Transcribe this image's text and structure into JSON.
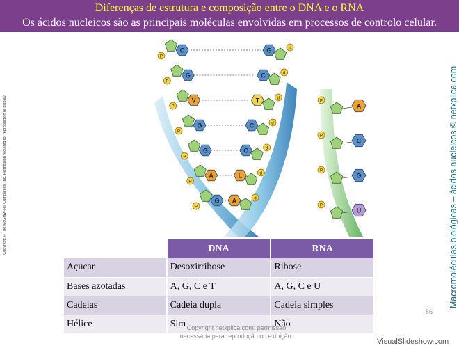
{
  "title": {
    "line1": "Diferenças de estrutura e composição entre o DNA e o RNA",
    "line2": "Os ácidos nucleicos são as principais moléculas envolvidas em processos de controlo celular."
  },
  "copyright_vertical": "Copyright © The McGraw-Hill Companies, Inc. Permission required for reproduction or display.",
  "side_text": "Macromoléculas biológicas – ácidos nucleicos © netxplica.com",
  "figure": {
    "dna_bases": [
      "C",
      "G",
      "G",
      "C",
      "V",
      "T",
      "G",
      "C",
      "G",
      "C",
      "A",
      "L",
      "G",
      "A"
    ],
    "rna_bases": [
      "A",
      "C",
      "G",
      "U"
    ],
    "phosphate_label": "P",
    "sugar_label": "d"
  },
  "table": {
    "headers": [
      "",
      "DNA",
      "RNA"
    ],
    "rows": [
      [
        "Açucar",
        "Desoxirribose",
        "Ribose"
      ],
      [
        "Bases azotadas",
        "A, G, C e T",
        "A, G, C e U"
      ],
      [
        "Cadeias",
        "Cadeia dupla",
        "Cadeia simples"
      ],
      [
        "Hélice",
        "Sim",
        "Não"
      ]
    ]
  },
  "watermark": {
    "line1": "Copyright netxplica.com: permissão",
    "line2": "necessária para reprodução ou exibição."
  },
  "page_number": "86",
  "site_brand": "VisualSlideshow.com",
  "colors": {
    "title_bg": "#7b3f8c",
    "title_highlight": "#ffff33",
    "table_header": "#7b5aa6",
    "sugar": "#9fd07a",
    "phosphate": "#f2d34a",
    "base_c": "#5a8fc8",
    "base_a": "#f0a030",
    "base_u": "#b99ad6",
    "side_text": "#1a6a7a"
  }
}
